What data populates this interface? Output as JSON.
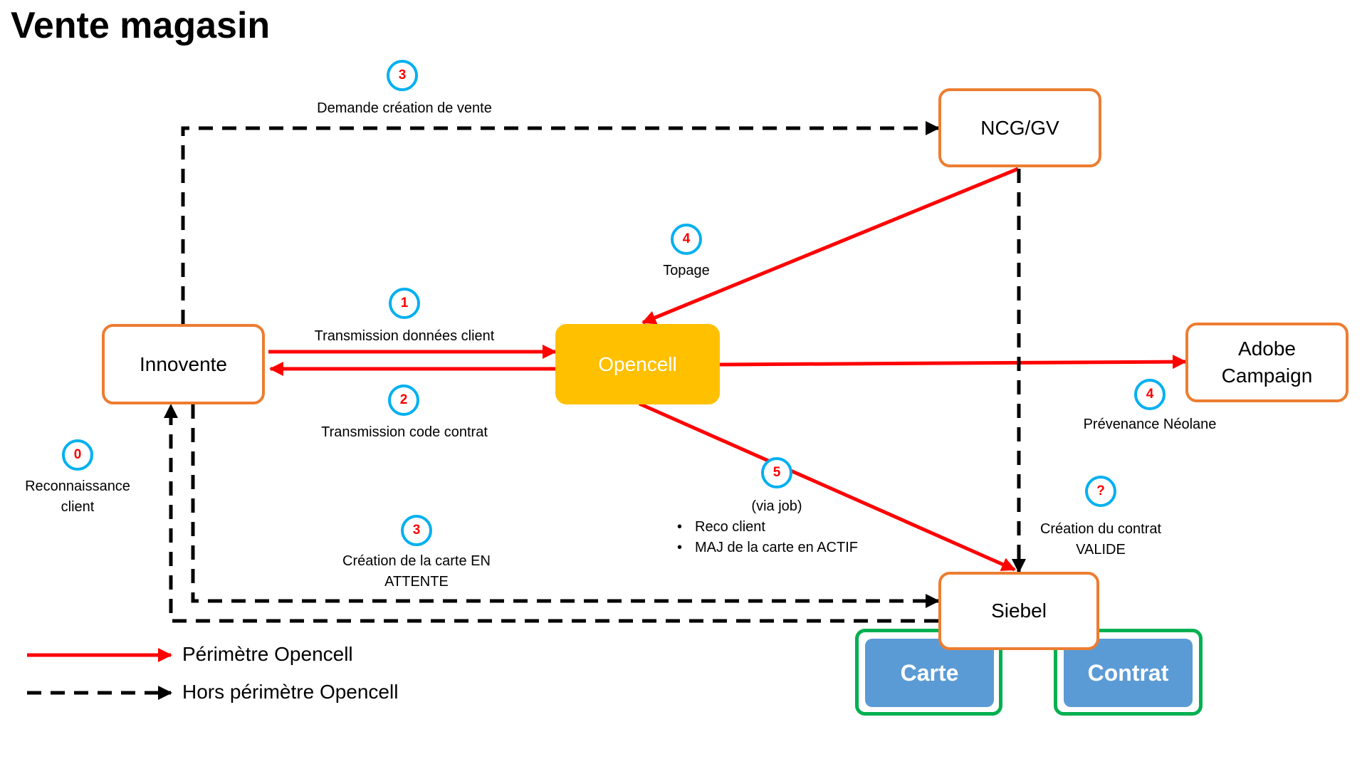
{
  "title": "Vente magasin",
  "colors": {
    "node_border": "#ed7d31",
    "core_fill": "#ffc000",
    "perimeter_arrow": "#ff0000",
    "out_of_perimeter_arrow": "#000000",
    "badge_ring": "#00b0f0",
    "badge_text": "#ff0000",
    "store_frame": "#00b050",
    "store_fill": "#5b9bd5"
  },
  "nodes": {
    "innovente": "Innovente",
    "opencell": "Opencell",
    "ncg_gv": "NCG/GV",
    "adobe": "Adobe Campaign",
    "siebel": "Siebel",
    "carte": "Carte",
    "contrat": "Contrat"
  },
  "steps": {
    "reco": {
      "badge": "0",
      "label": "Reconnaissance client"
    },
    "transmission_donnees": {
      "badge": "1",
      "label": "Transmission données client"
    },
    "transmission_code": {
      "badge": "2",
      "label": "Transmission code contrat"
    },
    "demande_vente": {
      "badge": "3",
      "label": "Demande création de vente"
    },
    "creation_carte": {
      "badge": "3",
      "label": "Création de la carte EN ATTENTE"
    },
    "topage": {
      "badge": "4",
      "label": "Topage"
    },
    "prevenance": {
      "badge": "4",
      "label": "Prévenance Néolane"
    },
    "via_job": {
      "badge": "5",
      "label": "(via job)",
      "bullets": [
        "Reco client",
        "MAJ de la carte en ACTIF"
      ]
    },
    "creation_contrat": {
      "badge": "?",
      "label": "Création du contrat VALIDE"
    }
  },
  "legend": {
    "perimeter": "Périmètre Opencell",
    "out_of_perimeter": "Hors périmètre Opencell"
  }
}
